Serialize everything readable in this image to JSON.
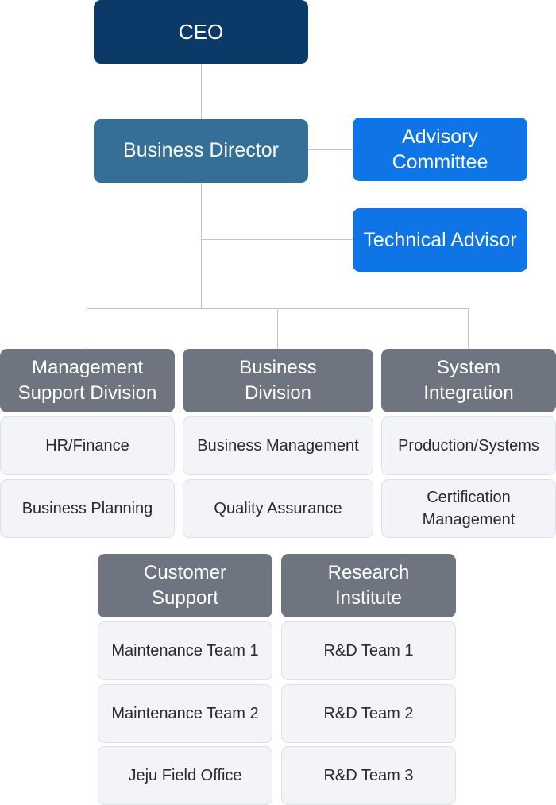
{
  "chart": {
    "ceo": "CEO",
    "director": "Business Director",
    "advisors": [
      {
        "line1": "Advisory",
        "line2": "Committee"
      },
      {
        "line1": "Technical Advisor",
        "line2": ""
      }
    ],
    "divisions": [
      {
        "line1": "Management",
        "line2": "Support Division",
        "teams": [
          {
            "line1": "HR/Finance",
            "line2": ""
          },
          {
            "line1": "Business Planning",
            "line2": ""
          }
        ]
      },
      {
        "line1": "Business",
        "line2": "Division",
        "teams": [
          {
            "line1": "Business Management",
            "line2": ""
          },
          {
            "line1": "Quality Assurance",
            "line2": ""
          }
        ]
      },
      {
        "line1": "System",
        "line2": "Integration",
        "teams": [
          {
            "line1": "Production/Systems",
            "line2": ""
          },
          {
            "line1": "Certification",
            "line2": "Management"
          }
        ]
      },
      {
        "line1": "Customer",
        "line2": "Support",
        "teams": [
          {
            "line1": "Maintenance Team 1",
            "line2": ""
          },
          {
            "line1": "Maintenance Team 2",
            "line2": ""
          },
          {
            "line1": "Jeju Field Office",
            "line2": ""
          }
        ]
      },
      {
        "line1": "Research",
        "line2": "Institute",
        "teams": [
          {
            "line1": "R&D Team 1",
            "line2": ""
          },
          {
            "line1": "R&D Team 2",
            "line2": ""
          },
          {
            "line1": "R&D Team 3",
            "line2": ""
          }
        ]
      }
    ]
  },
  "colors": {
    "ceo": "#0b3a68",
    "director": "#356f98",
    "advisor": "#0f75e6",
    "division": "#6f7580",
    "team_bg": "#f2f4f7",
    "connector": "#c4c4c4"
  }
}
